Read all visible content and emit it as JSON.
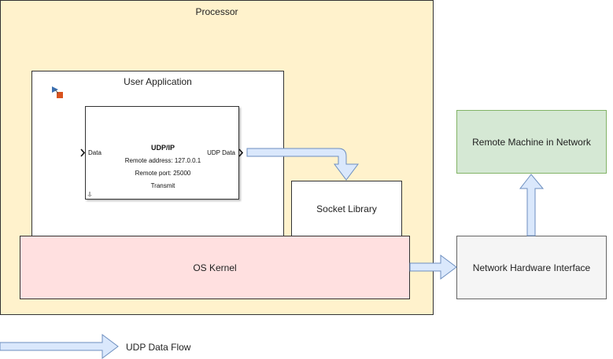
{
  "processor": {
    "title": "Processor"
  },
  "user_application": {
    "title": "User Application"
  },
  "udp_block": {
    "title": "UDP/IP",
    "remote_address": "Remote address: 127.0.0.1",
    "remote_port": "Remote port: 25000",
    "mode": "Transmit",
    "input_port": "Data",
    "output_port": "UDP Data"
  },
  "socket_library": {
    "label": "Socket Library"
  },
  "os_kernel": {
    "label": "OS Kernel"
  },
  "remote_machine": {
    "label": "Remote Machine in Network"
  },
  "network_interface": {
    "label": "Network Hardware Interface"
  },
  "legend": {
    "label": "UDP Data Flow"
  },
  "colors": {
    "processor_fill": "#fff2cc",
    "kernel_fill": "#ffe0e0",
    "remote_fill": "#d5e8d4",
    "nic_fill": "#f5f5f5",
    "arrow_fill": "#dae8fc",
    "arrow_stroke": "#6c8ebf"
  }
}
